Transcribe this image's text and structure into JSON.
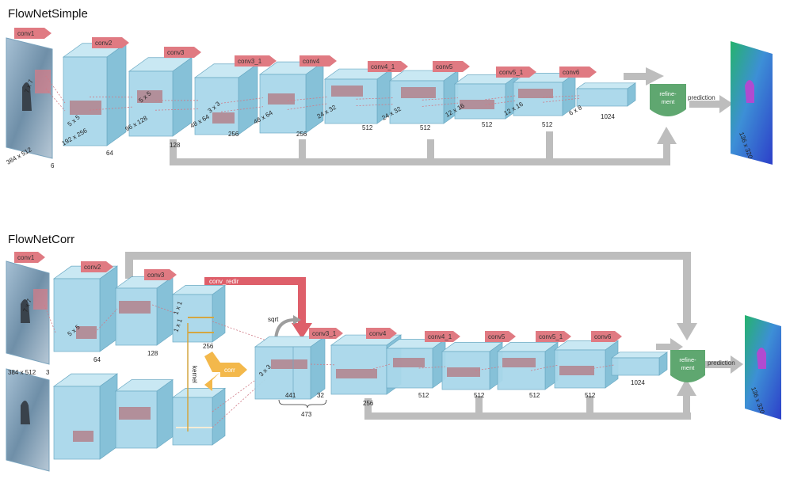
{
  "top": {
    "title": "FlowNetSimple",
    "input_size": "384 x 512",
    "input_channels": "6",
    "input_kernel": "7 x 7",
    "layers": [
      {
        "label": "conv1"
      },
      {
        "label": "conv2"
      },
      {
        "label": "conv3"
      },
      {
        "label": "conv3_1"
      },
      {
        "label": "conv4"
      },
      {
        "label": "conv4_1"
      },
      {
        "label": "conv5"
      },
      {
        "label": "conv5_1"
      },
      {
        "label": "conv6"
      }
    ],
    "blocks": [
      {
        "size": "192 x 256",
        "kernel": "5 x 5",
        "channels": "64"
      },
      {
        "size": "96 x 128",
        "kernel": "5 x 5",
        "channels": "128"
      },
      {
        "size": "48 x 64",
        "kernel": "3 x 3",
        "channels": "256"
      },
      {
        "size": "48 x 64",
        "channels": "256"
      },
      {
        "size": "24 x 32",
        "channels": "512"
      },
      {
        "size": "24 x 32",
        "channels": "512"
      },
      {
        "size": "12 x 16",
        "channels": "512"
      },
      {
        "size": "12 x 16",
        "channels": "512"
      },
      {
        "size": "6 x 8",
        "channels": "1024"
      }
    ],
    "refinement": "refine-\nment",
    "prediction": "prediction",
    "output_size": "136 x 320"
  },
  "bottom": {
    "title": "FlowNetCorr",
    "conv1": "conv1",
    "conv2": "conv2",
    "conv3": "conv3",
    "conv_redir": "conv_redir",
    "input_size": "384 x 512",
    "input_channels": "3",
    "input_kernel": "7 x 7",
    "conv2_kernel": "5 x 5",
    "conv2_channels": "64",
    "conv3_channels": "128",
    "redir_channels": "256",
    "redir_k1": "1 x 1",
    "redir_k2": "1 x 1",
    "kernel": "kernel",
    "corr": "corr",
    "sqrt": "sqrt",
    "concat_kernel": "3 x 3",
    "brace_a": "441",
    "brace_b": "32",
    "brace_total": "473",
    "layers": [
      {
        "label": "conv3_1"
      },
      {
        "label": "conv4"
      },
      {
        "label": "conv4_1"
      },
      {
        "label": "conv5"
      },
      {
        "label": "conv5_1"
      },
      {
        "label": "conv6"
      }
    ],
    "channels": [
      "256",
      "512",
      "512",
      "512",
      "512",
      "1024"
    ],
    "refinement": "refine-\nment",
    "prediction": "prediction",
    "output_size": "136 x 320"
  },
  "colors": {
    "box_face": "#a9d8ea",
    "box_top": "#c9e8f3",
    "box_side": "#86c1d8",
    "box_edge": "#6aa9c3",
    "label_arrow": "#e07a82",
    "connector": "#bdbdbd",
    "refinement": "#5fa770",
    "corr": "#f3b84b",
    "redir": "#de5f6a"
  }
}
